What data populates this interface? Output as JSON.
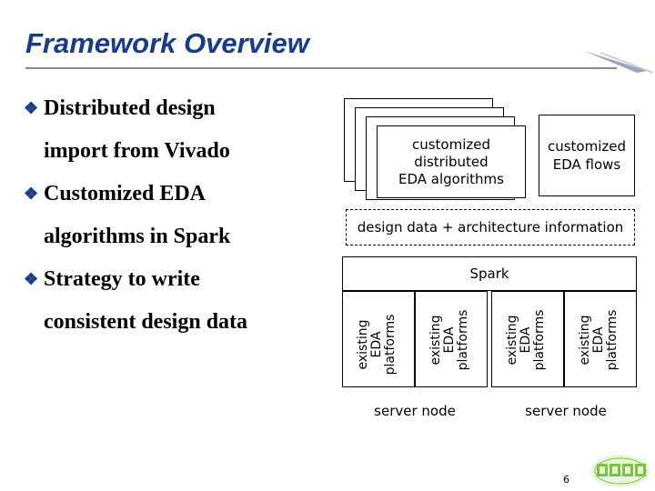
{
  "slide": {
    "title": "Framework Overview",
    "page_number": "6"
  },
  "bullets": [
    {
      "line1": "Distributed design",
      "line2": "import from Vivado"
    },
    {
      "line1": "Customized EDA",
      "line2": "algorithms in Spark"
    },
    {
      "line1": "Strategy to write",
      "line2": "consistent design data"
    }
  ],
  "diagram": {
    "algorithms_label_1": "customized",
    "algorithms_label_2": "distributed",
    "algorithms_label_3": "EDA algorithms",
    "flows_label_1": "customized",
    "flows_label_2": "EDA flows",
    "design_data_label": "design data + architecture information",
    "spark_label": "Spark",
    "platform_line1": "existing",
    "platform_line2": "EDA",
    "platform_line3": "platforms",
    "server_node_1": "server node",
    "server_node_2": "server node"
  },
  "colors": {
    "title": "#1a3a8c",
    "logo": "#7cc242"
  }
}
